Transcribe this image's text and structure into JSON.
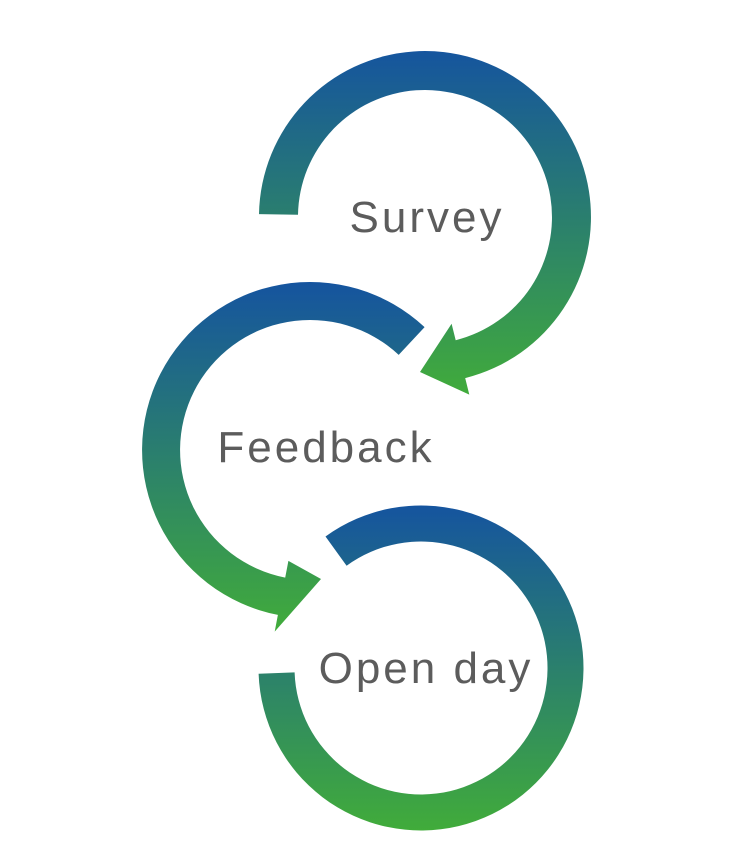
{
  "diagram": {
    "type": "process-flow-cycle",
    "steps": [
      {
        "label": "Survey"
      },
      {
        "label": "Feedback"
      },
      {
        "label": "Open day"
      }
    ],
    "colors": {
      "arc_gradient_top": "#15549F",
      "arc_gradient_bottom": "#41AC3A",
      "label_text": "#5C5C5C",
      "background": "#FFFFFF"
    }
  }
}
